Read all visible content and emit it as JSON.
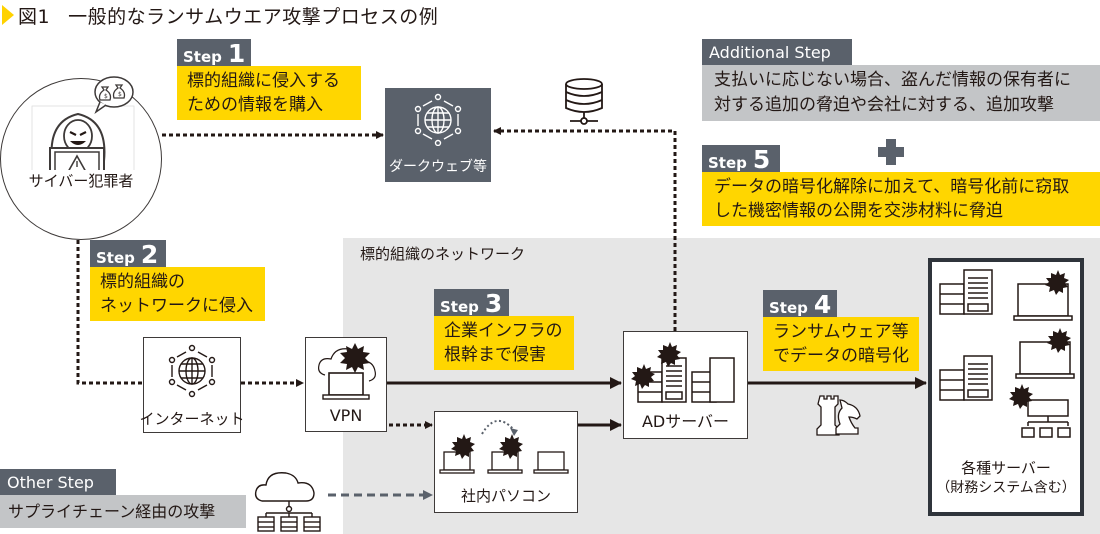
{
  "title": {
    "figure_number": "図1",
    "text": "一般的なランサムウエア攻撃プロセスの例"
  },
  "actors": {
    "cyber_criminal": "サイバー犯罪者",
    "dark_web": "ダークウェブ等",
    "internet": "インターネット",
    "vpn": "VPN",
    "internal_pcs": "社内パソコン",
    "ad_server": "ADサーバー",
    "servers": "各種サーバー",
    "servers_sub": "（財務システム含む）"
  },
  "network_area_label": "標的組織のネットワーク",
  "steps": [
    {
      "tag": "Step",
      "number": "1",
      "lines": [
        "標的組織に侵入する",
        "ための情報を購入"
      ]
    },
    {
      "tag": "Step",
      "number": "2",
      "lines": [
        "標的組織の",
        "ネットワークに侵入"
      ]
    },
    {
      "tag": "Step",
      "number": "3",
      "lines": [
        "企業インフラの",
        "根幹まで侵害"
      ]
    },
    {
      "tag": "Step",
      "number": "4",
      "lines": [
        "ランサムウェア等",
        "でデータの暗号化"
      ]
    },
    {
      "tag": "Step",
      "number": "5",
      "lines": [
        "データの暗号化解除に加えて、暗号化前に窃取",
        "した機密情報の公開を交渉材料に脅迫"
      ]
    }
  ],
  "additional_step": {
    "tag": "Additional Step",
    "lines": [
      "支払いに応じない場合、盗んだ情報の保有者に",
      "対する追加の脅迫や会社に対する、追加攻撃"
    ]
  },
  "plus_sign": "+",
  "other_step": {
    "tag": "Other Step",
    "text": "サプライチェーン経由の攻撃"
  },
  "colors": {
    "accent_yellow": "#ffd600",
    "tag_gray": "#5a616b",
    "box_gray": "#c3c5c7",
    "network_bg": "#e6e6e6",
    "ink": "#231815"
  },
  "icons": {
    "hacker": "hacker-laptop-icon",
    "money": "money-bags-icon",
    "globe": "network-globe-icon",
    "database": "database-icon",
    "malware": "malware-burst-icon",
    "chess": "chess-pieces-icon",
    "cloud": "cloud-servers-icon"
  }
}
